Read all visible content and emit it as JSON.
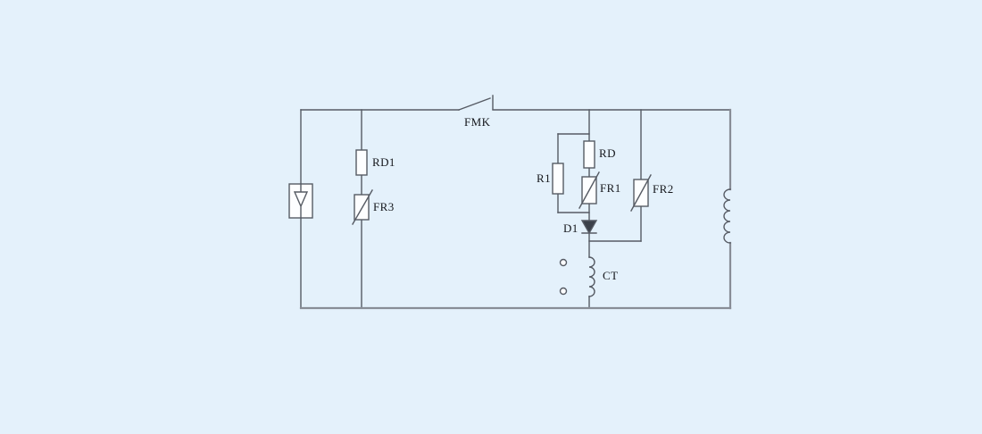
{
  "diagram": {
    "colors": {
      "background": "#e4f1fb",
      "wire": "#565b64",
      "bus": "#888d96",
      "component_fill": "#fdfeff",
      "diode_fill": "#3c414a",
      "label": "#15171c"
    },
    "labels": {
      "fmk": "FMK",
      "rd1": "RD1",
      "fr3": "FR3",
      "r1": "R1",
      "rd": "RD",
      "fr1": "FR1",
      "fr2": "FR2",
      "d1": "D1",
      "ct": "CT"
    },
    "components": [
      {
        "label": "FMK",
        "type": "knife-switch"
      },
      {
        "label": "RD1",
        "type": "fuse"
      },
      {
        "label": "FR3",
        "type": "varistor"
      },
      {
        "label": "R1",
        "type": "resistor"
      },
      {
        "label": "RD",
        "type": "fuse"
      },
      {
        "label": "FR1",
        "type": "varistor"
      },
      {
        "label": "FR2",
        "type": "varistor"
      },
      {
        "label": "D1",
        "type": "diode"
      },
      {
        "label": "CT",
        "type": "current-transformer-coil"
      },
      {
        "label": "",
        "type": "surge-arrester"
      },
      {
        "label": "",
        "type": "inductive-load-coil"
      }
    ]
  }
}
